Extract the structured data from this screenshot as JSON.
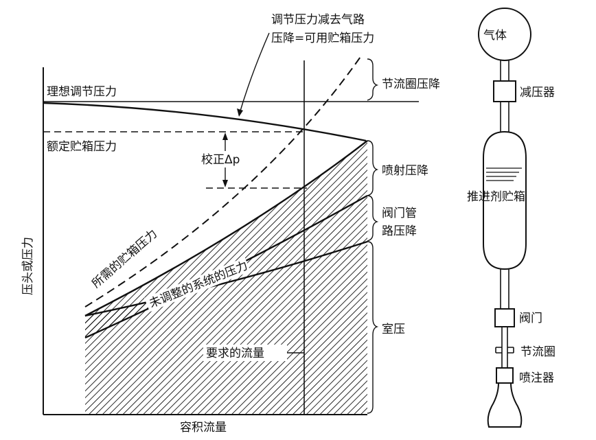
{
  "colors": {
    "ink": "#111111",
    "paper": "#ffffff"
  },
  "labels": {
    "ideal_regulated_pressure": "理想调节压力",
    "rated_tank_pressure": "额定贮箱压力",
    "regulated_drop_line1": "调节压力减去气路",
    "regulated_drop_line2": "压降=可用贮箱压力",
    "correction": "校正Δp",
    "required_tank_pressure": "所需的贮箱压力",
    "unregulated_system_pressure": "未调整的系统的压力",
    "required_flow": "要求的流量",
    "x_axis": "容积流量",
    "y_axis": "压头或压力"
  },
  "brackets": {
    "orifice_drop": "节流圈压降",
    "injection_drop": "喷射压降",
    "valve_line_1": "阀门管",
    "valve_line_2": "路压降",
    "chamber": "室压"
  },
  "schematic": {
    "gas": "气体",
    "regulator": "减压器",
    "tank": "推进剂贮箱",
    "valve": "阀门",
    "orifice": "节流圈",
    "injector": "喷注器"
  }
}
